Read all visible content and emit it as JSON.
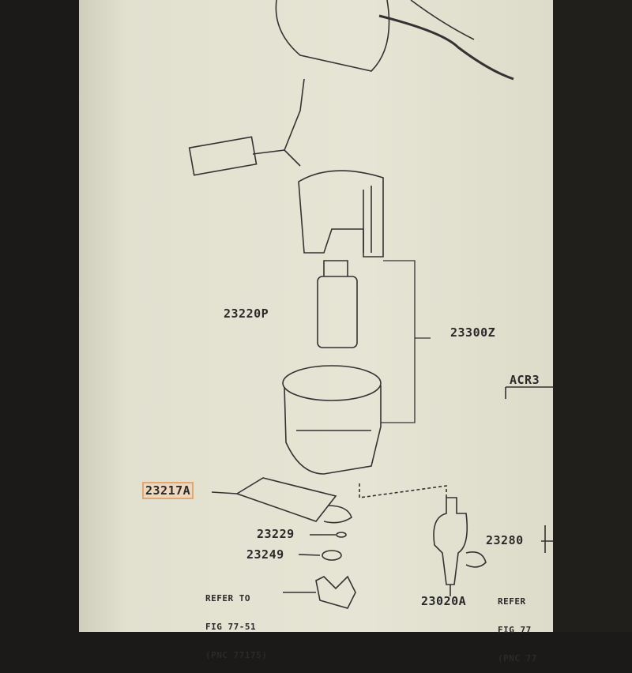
{
  "parts": [
    {
      "id": "23220P"
    },
    {
      "id": "23300Z"
    },
    {
      "id": "23217A",
      "highlighted": true
    },
    {
      "id": "23229"
    },
    {
      "id": "23249"
    },
    {
      "id": "23280"
    },
    {
      "id": "23020A"
    }
  ],
  "model_code": "ACR3",
  "refer_left": {
    "line1": "REFER TO",
    "line2": "FIG 77-51",
    "line3": "(PNC 77175)"
  },
  "refer_right": {
    "line1": "REFER",
    "line2": "FIG 77",
    "line3": "(PNC 77"
  },
  "colors": {
    "highlight": "#e0a874",
    "background": "#e6e4d4",
    "ink": "#2a2a2a"
  }
}
